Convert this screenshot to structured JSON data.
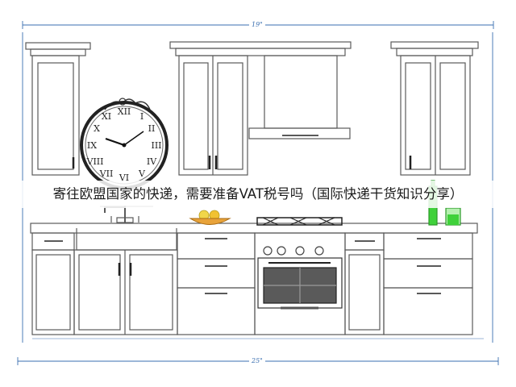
{
  "dimensions": {
    "top": "19\"",
    "bottom": "25\""
  },
  "caption": "寄往欧盟国家的快递，需要准备VAT税号吗（国际快递干货知识分享）",
  "colors": {
    "line": "#555555",
    "dimension": "#3a6fb0",
    "accent_green": "#3fd13a",
    "fruit_orange": "#e8a33a",
    "oven_glass": "#5a5a5a"
  },
  "icons": [
    "wall-clock-icon",
    "faucet-icon",
    "gas-burner-icon",
    "fruit-bowl-icon",
    "bottle-icon"
  ]
}
